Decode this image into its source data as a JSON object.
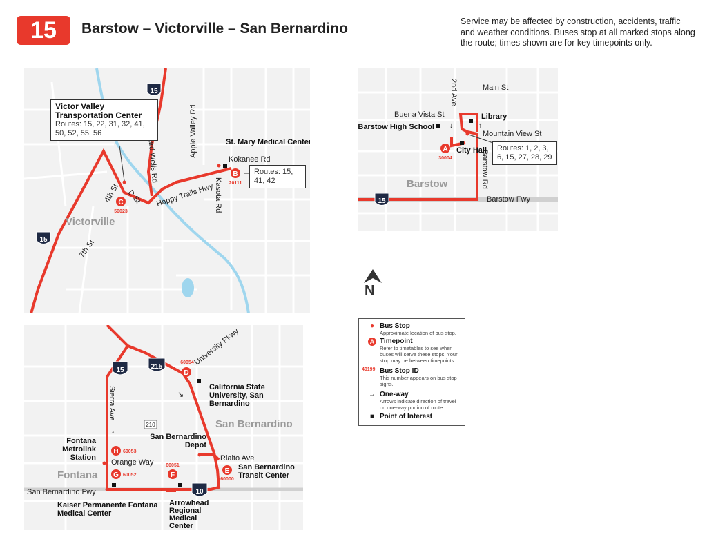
{
  "header": {
    "route_number": "15",
    "route_name": "Barstow – Victorville – San Bernardino",
    "notice": "Service may be affected by construction, accidents, traffic and weather conditions. Buses stop at all marked stops along the route; times shown are for key timepoints only."
  },
  "colors": {
    "route": "#e8392c",
    "water": "#9fd6ee",
    "map_bg": "#f2f2f2",
    "road": "#ffffff",
    "city_label": "#9a9a9a"
  },
  "victorville_map": {
    "city": "Victorville",
    "highway": "15",
    "streets": {
      "stoddard": "Stoddard Wells Rd",
      "apple_valley": "Apple Valley Rd",
      "happy_trails": "Happy Trails Hwy",
      "kasota": "Kasota Rd",
      "kokanee": "Kokanee Rd",
      "fourth": "4th St",
      "dst": "D St",
      "seventh": "7th St"
    },
    "vvtc": {
      "name": "Victor Valley Transportation Center",
      "routes": "Routes: 15, 22, 31, 32, 41, 50, 52, 55, 56"
    },
    "st_mary": "St. Mary Medical Center",
    "st_mary_routes": "Routes: 15, 41, 42",
    "timepoint_b": {
      "letter": "B",
      "stop_id": "20111"
    },
    "timepoint_c": {
      "letter": "C",
      "stop_id": "50023"
    }
  },
  "barstow_map": {
    "city": "Barstow",
    "highway": "15",
    "streets": {
      "main": "Main St",
      "second": "2nd Ave",
      "buena_vista": "Buena Vista St",
      "mountain_view": "Mountain View St",
      "barstow_rd": "Barstow Rd",
      "barstow_fwy": "Barstow Fwy"
    },
    "poi": {
      "library": "Library",
      "high_school": "Barstow High School",
      "city_hall": "City Hall"
    },
    "routes": "Routes: 1, 2, 3, 6, 15, 27, 28, 29",
    "timepoint_a": {
      "letter": "A",
      "stop_id": "30004"
    }
  },
  "north": "N",
  "sb_map": {
    "city_sb": "San Bernardino",
    "city_fontana": "Fontana",
    "highways": {
      "i15": "15",
      "i215": "215",
      "sr210": "210",
      "i10": "10"
    },
    "streets": {
      "university": "University Pkwy",
      "sierra": "Sierra Ave",
      "orange": "Orange Way",
      "rialto": "Rialto Ave",
      "sb_fwy": "San Bernardino Fwy"
    },
    "poi": {
      "csusb": "California State University, San Bernardino",
      "depot": "San Bernardino Depot",
      "sbtc": "San Bernardino Transit Center",
      "metrolink": "Fontana Metrolink Station",
      "kaiser": "Kaiser Permanente Fontana Medical Center",
      "arrowhead": "Arrowhead Regional Medical Center"
    },
    "timepoints": {
      "d": {
        "letter": "D",
        "stop_id": "60054"
      },
      "e": {
        "letter": "E",
        "stop_id": "60000"
      },
      "f": {
        "letter": "F",
        "stop_id": "60051"
      },
      "g": {
        "letter": "G",
        "stop_id": "60052"
      },
      "h": {
        "letter": "H",
        "stop_id": "60053"
      }
    }
  },
  "legend": {
    "bus_stop": {
      "title": "Bus Stop",
      "desc": "Approximate location of bus stop."
    },
    "timepoint": {
      "symbol": "A",
      "title": "Timepoint",
      "desc": "Refer to timetables to see when buses will serve these stops. Your stop may be between timepoints."
    },
    "stop_id": {
      "symbol": "40199",
      "title": "Bus Stop ID",
      "desc": "This number appears on bus stop signs."
    },
    "one_way": {
      "symbol": "→",
      "title": "One-way",
      "desc": "Arrows indicate direction of travel on one-way portion of route."
    },
    "poi": {
      "title": "Point of Interest"
    }
  }
}
